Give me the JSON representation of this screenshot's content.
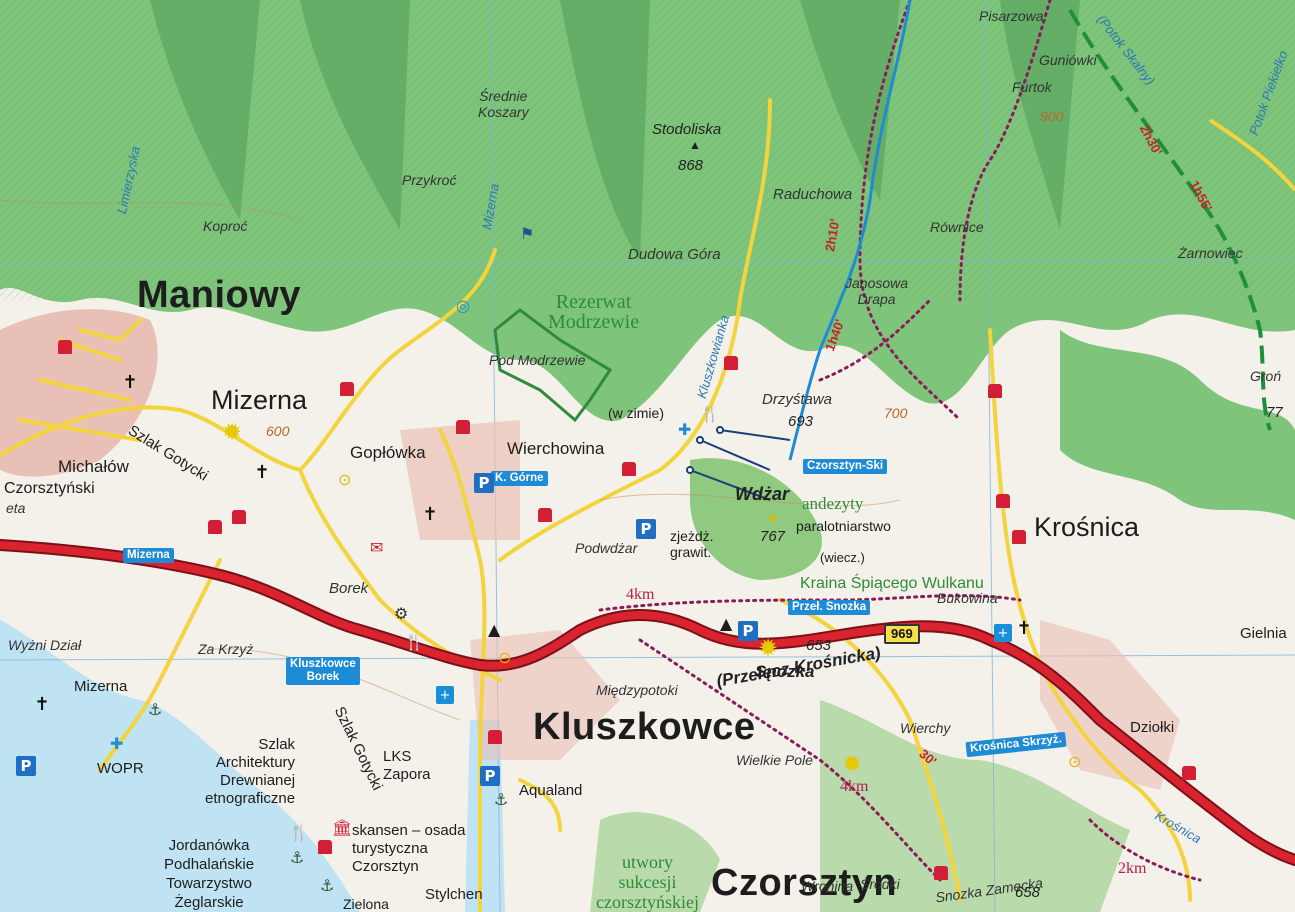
{
  "map": {
    "towns": {
      "maniowy": "Maniowy",
      "kluszkowce": "Kluszkowce",
      "czorsztyn": "Czorsztyn",
      "mizerna": "Mizerna",
      "kroscnica": "Krośnica"
    },
    "villages": {
      "michalow": "Michałów",
      "czorsztynski": "Czorsztyński",
      "eta": "eta",
      "goplowka": "Gopłówka",
      "wierchowina": "Wierchowina",
      "borek": "Borek",
      "podwdzar": "Podwdżar",
      "dzialki": "Dziołki",
      "gielnia": "Gielnia",
      "mizerna_small": "Mizerna",
      "wopr": "WOPR",
      "lks": "LKS",
      "zapora": "Zapora",
      "aqualand": "Aqualand",
      "stylchen": "Stylchen",
      "zielona": "Zielona"
    },
    "localities": {
      "srednie_koszary": "Średnie\nKoszary",
      "przykroc": "Przykroć",
      "kopros": "Koproć",
      "dudowa_gora": "Dudowa Góra",
      "raduchowa": "Raduchowa",
      "rownice": "Równice",
      "zarnowiec": "Żarnowiec",
      "janosowa_drapa": "Janosowa\nDrapa",
      "pod_modrzewie": "Pod Modrzewie",
      "w_zimie": "(w zimie)",
      "drzystawa": "Drzyśtawa",
      "wyzni_dzial": "Wyżni Dział",
      "za_krzyz": "Za Krzyż",
      "miedzypotoki": "Międzypotoki",
      "wielkie_pole": "Wielkie Pole",
      "wierchy": "Wierchy",
      "bukowina": "Bukowina",
      "pisarzowa": "Pisarzowa",
      "guniowki": "Guniówki",
      "furtok": "Furtok",
      "wronina": "Wronina",
      "srodki": "Środki",
      "snozka_zamecka": "Snozka Zamecka",
      "gron": "Groń"
    },
    "peaks": {
      "stodoliska": "Stodoliska",
      "stodoliska_h": "868",
      "wdzar": "Wdżar",
      "wdzar_h": "767",
      "drzystawa_h": "693",
      "snozka": "Snozka",
      "snozka_h": "653",
      "przelecz": "(Przełęcz Krośnicka)",
      "n658": "658",
      "n77": "77"
    },
    "contours": {
      "c600": "600",
      "c700": "700",
      "c900": "900"
    },
    "green_labels": {
      "rezerwat": "Rezerwat\nModrzewie",
      "andezyty": "andezyty",
      "kraina": "Kraina Śpiącego Wulkanu",
      "utwory": "utwory\nsukcesji\nczorsztyńskiej"
    },
    "activity_labels": {
      "paralotniarstwo": "paralotniarstwo",
      "wiecz": "(wiecz.)",
      "zjezdz": "zjeżdż.\ngrawit.",
      "szlak_gotycki_1": "Szlak Gotycki",
      "szlak_gotycki_2": "Szlak Gotycki",
      "architektury": "Szlak\nArchitektury\nDrewnianej\netnograficzne",
      "skansen": "skansen – osada\nturystyczna\nCzorsztyn",
      "jordanowka": "Jordanówka\nPodhalańskie\nTowarzystwo\nŻeglarskie"
    },
    "streams": {
      "limierzyska": "Limierzyska",
      "mizerna_potok": "Mizerna",
      "kluszkowianka": "Kluszkowianka",
      "potok_skalny": "(Potok Skalny)",
      "potok_pieklowce": "Potok Piekielko",
      "kroscnica_river": "Krośnica"
    },
    "times": {
      "t1": "2h10'",
      "t2": "1h40'",
      "t3": "2h30'",
      "t4": "1h55'",
      "t5": "30'"
    },
    "distances": {
      "d1": "4km",
      "d2": "4km",
      "d3": "2km"
    },
    "road_number": "969",
    "bus_stops": {
      "mizerna": "Mizerna",
      "k_gorne": "K. Górne",
      "czorsztyn_ski": "Czorsztyn-Ski",
      "przel_snozka": "Przeł. Snozka",
      "kluszkowce_borek": "Kluszkowce\nBorek",
      "kroscnica_skrzyz": "Krośnica Skrzyż."
    },
    "colors": {
      "forest": "#7ec47a",
      "forest_dark": "#4e9c58",
      "lake": "#bfe3f2",
      "road_main": "#d9232f",
      "road_local": "#f3d43c",
      "village": "#e9c0b6",
      "trail": "#8b1c5c",
      "accent_blue": "#1e8bd6"
    }
  }
}
